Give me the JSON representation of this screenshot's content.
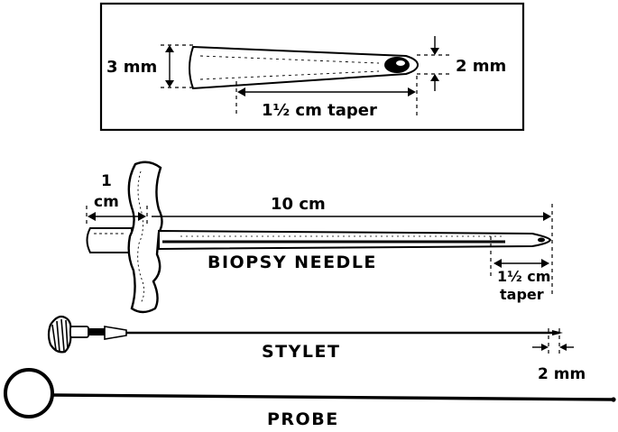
{
  "inset": {
    "width_label": "3 mm",
    "tip_label": "2 mm",
    "taper_label": "1½ cm taper"
  },
  "needle": {
    "handle_label_line1": "1",
    "handle_label_line2": "cm",
    "length_label": "10 cm",
    "name": "BIOPSY NEEDLE",
    "taper_label_line1": "1½ cm",
    "taper_label_line2": "taper"
  },
  "stylet": {
    "name": "STYLET",
    "tip_label": "2 mm"
  },
  "probe": {
    "name": "PROBE"
  }
}
